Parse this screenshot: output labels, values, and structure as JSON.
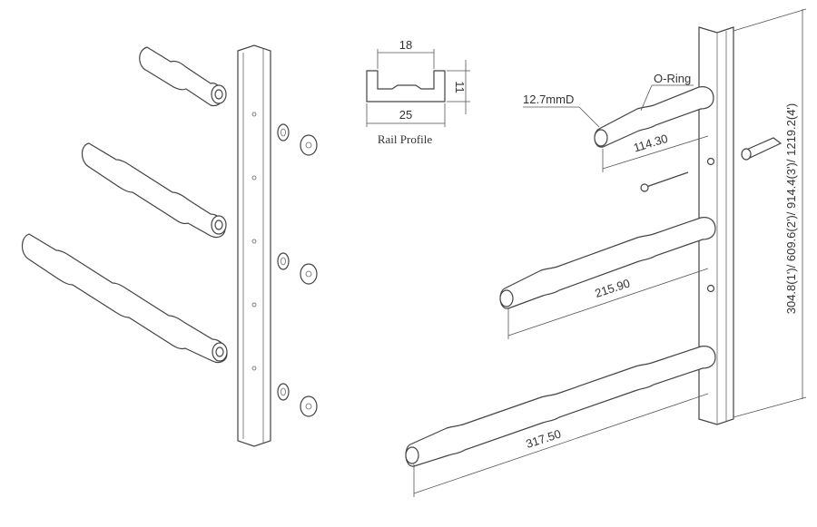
{
  "profile": {
    "top_width": "18",
    "height": "11",
    "bottom_width": "25",
    "caption": "Rail Profile"
  },
  "callouts": {
    "diameter": "12.7mmD",
    "oring": "O-Ring"
  },
  "lengths": {
    "short": "114.30",
    "medium": "215.90",
    "long": "317.50"
  },
  "rail_lengths": "304.8(1')/ 609.6(2')/ 914.4(3')/ 1219.2(4')"
}
